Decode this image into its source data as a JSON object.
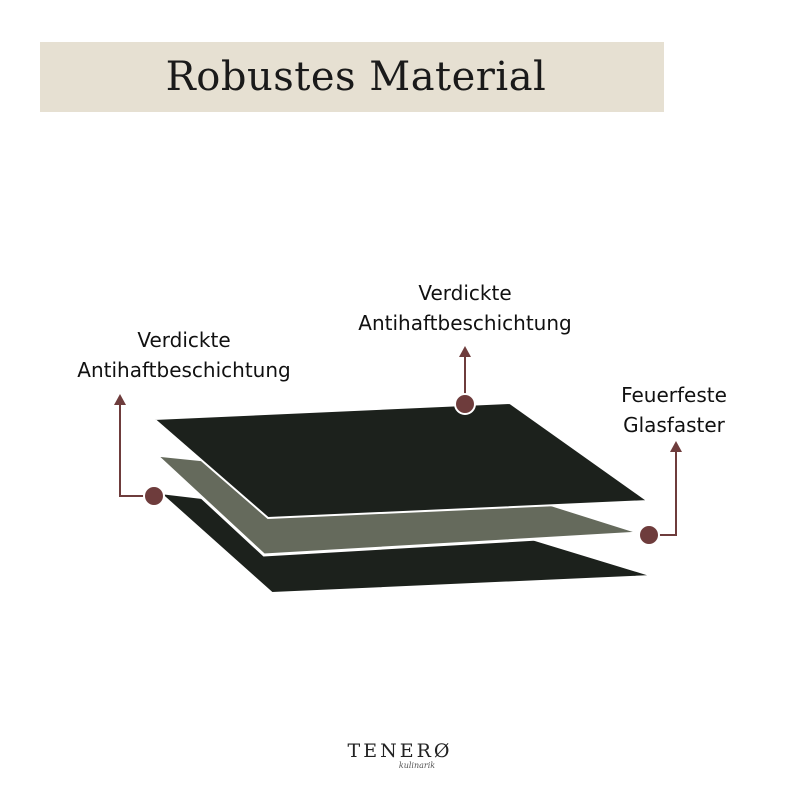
{
  "title": "Robustes Material",
  "labels": {
    "left": {
      "line1": "Verdickte",
      "line2": "Antihaftbeschichtung"
    },
    "top": {
      "line1": "Verdickte",
      "line2": "Antihaftbeschichtung"
    },
    "right": {
      "line1": "Feuerfeste",
      "line2": "Glasfaster"
    }
  },
  "logo": {
    "brand": "TENERØ",
    "tagline": "kulinarik"
  },
  "colors": {
    "banner": "#e6e0d2",
    "outer_layer": "#1c211c",
    "middle_layer": "#656a5c",
    "callout": "#6e3c3c"
  }
}
